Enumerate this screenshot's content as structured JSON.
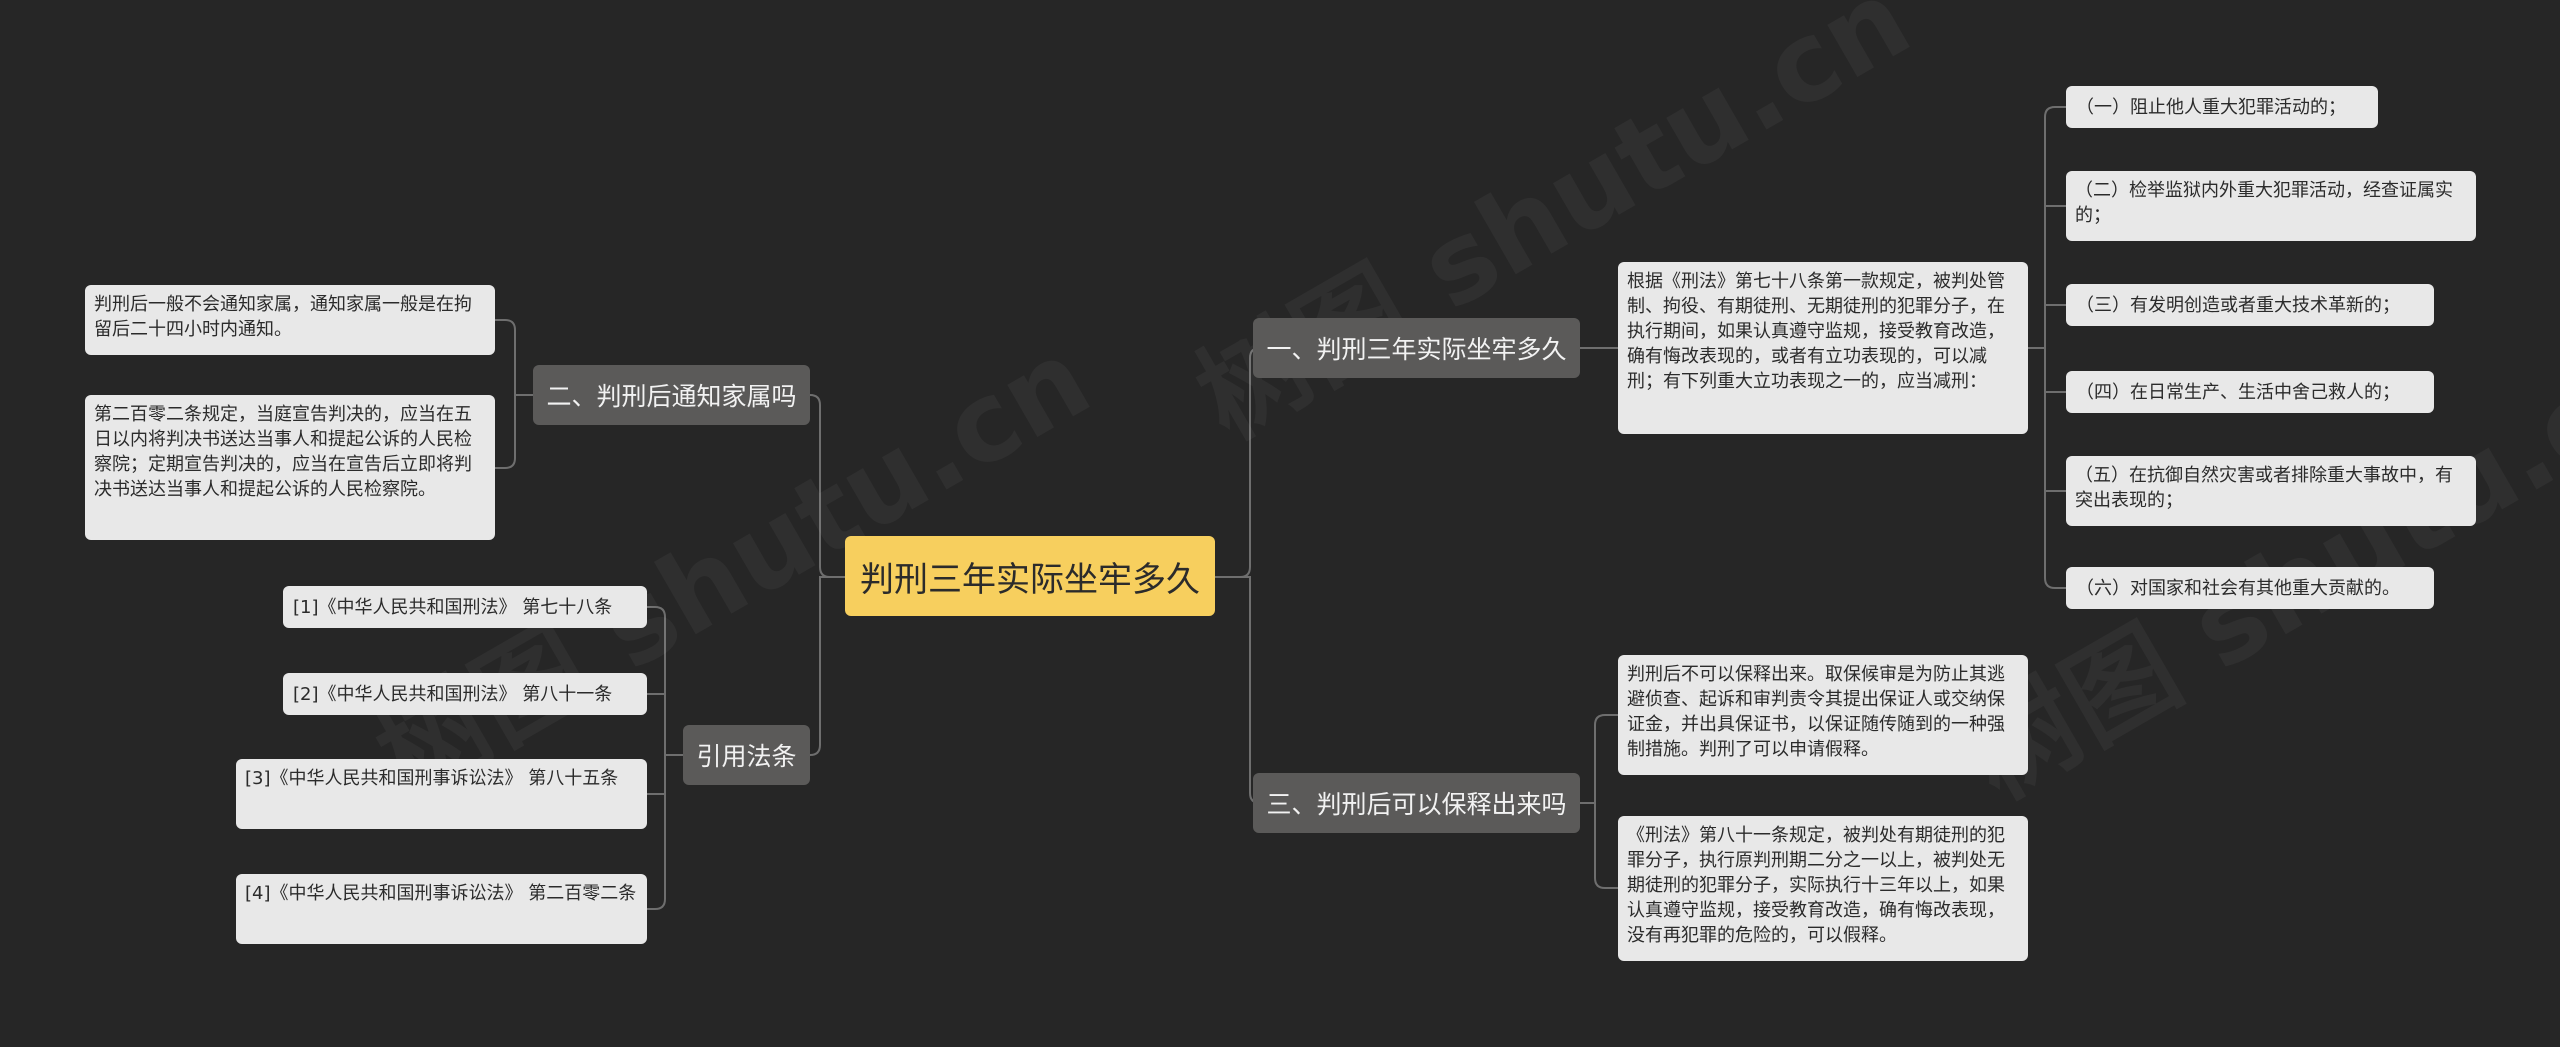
{
  "root": {
    "label": "判刑三年实际坐牢多久"
  },
  "branches": {
    "b1": {
      "label": "一、判刑三年实际坐牢多久"
    },
    "b3": {
      "label": "三、判刑后可以保释出来吗"
    },
    "b2": {
      "label": "二、判刑后通知家属吗"
    },
    "b4": {
      "label": "引用法条"
    }
  },
  "b1_detail": "根据《刑法》第七十八条第一款规定，被判处管制、拘役、有期徒刑、无期徒刑的犯罪分子，在执行期间，如果认真遵守监规，接受教育改造，确有悔改表现的，或者有立功表现的，可以减刑；有下列重大立功表现之一的，应当减刑：",
  "b1_items": [
    "（一）阻止他人重大犯罪活动的；",
    "（二）检举监狱内外重大犯罪活动，经查证属实的；",
    "（三）有发明创造或者重大技术革新的；",
    "（四）在日常生产、生活中舍己救人的；",
    "（五）在抗御自然灾害或者排除重大事故中，有突出表现的；",
    "（六）对国家和社会有其他重大贡献的。"
  ],
  "b3_items": [
    "判刑后不可以保释出来。取保候审是为防止其逃避侦查、起诉和审判责令其提出保证人或交纳保证金，并出具保证书，以保证随传随到的一种强制措施。判刑了可以申请假释。",
    "《刑法》第八十一条规定，被判处有期徒刑的犯罪分子，执行原判刑期二分之一以上，被判处无期徒刑的犯罪分子，实际执行十三年以上，如果认真遵守监规，接受教育改造，确有悔改表现，没有再犯罪的危险的，可以假释。"
  ],
  "b2_items": [
    "判刑后一般不会通知家属，通知家属一般是在拘留后二十四小时内通知。",
    "第二百零二条规定，当庭宣告判决的，应当在五日以内将判决书送达当事人和提起公诉的人民检察院；定期宣告判决的，应当在宣告后立即将判决书送达当事人和提起公诉的人民检察院。"
  ],
  "b4_items": [
    "[1]《中华人民共和国刑法》 第七十八条",
    "[2]《中华人民共和国刑法》 第八十一条",
    "[3]《中华人民共和国刑事诉讼法》 第八十五条",
    "[4]《中华人民共和国刑事诉讼法》 第二百零二条"
  ],
  "watermark": [
    "树图 shutu.cn",
    "树图 shutu.cn",
    "树图 shutu.cn"
  ],
  "colors": {
    "background": "#262626",
    "root": "#f7cf5e",
    "branch": "#5b5a59",
    "leaf": "#e8e8e8",
    "line": "#6e6e6e"
  }
}
